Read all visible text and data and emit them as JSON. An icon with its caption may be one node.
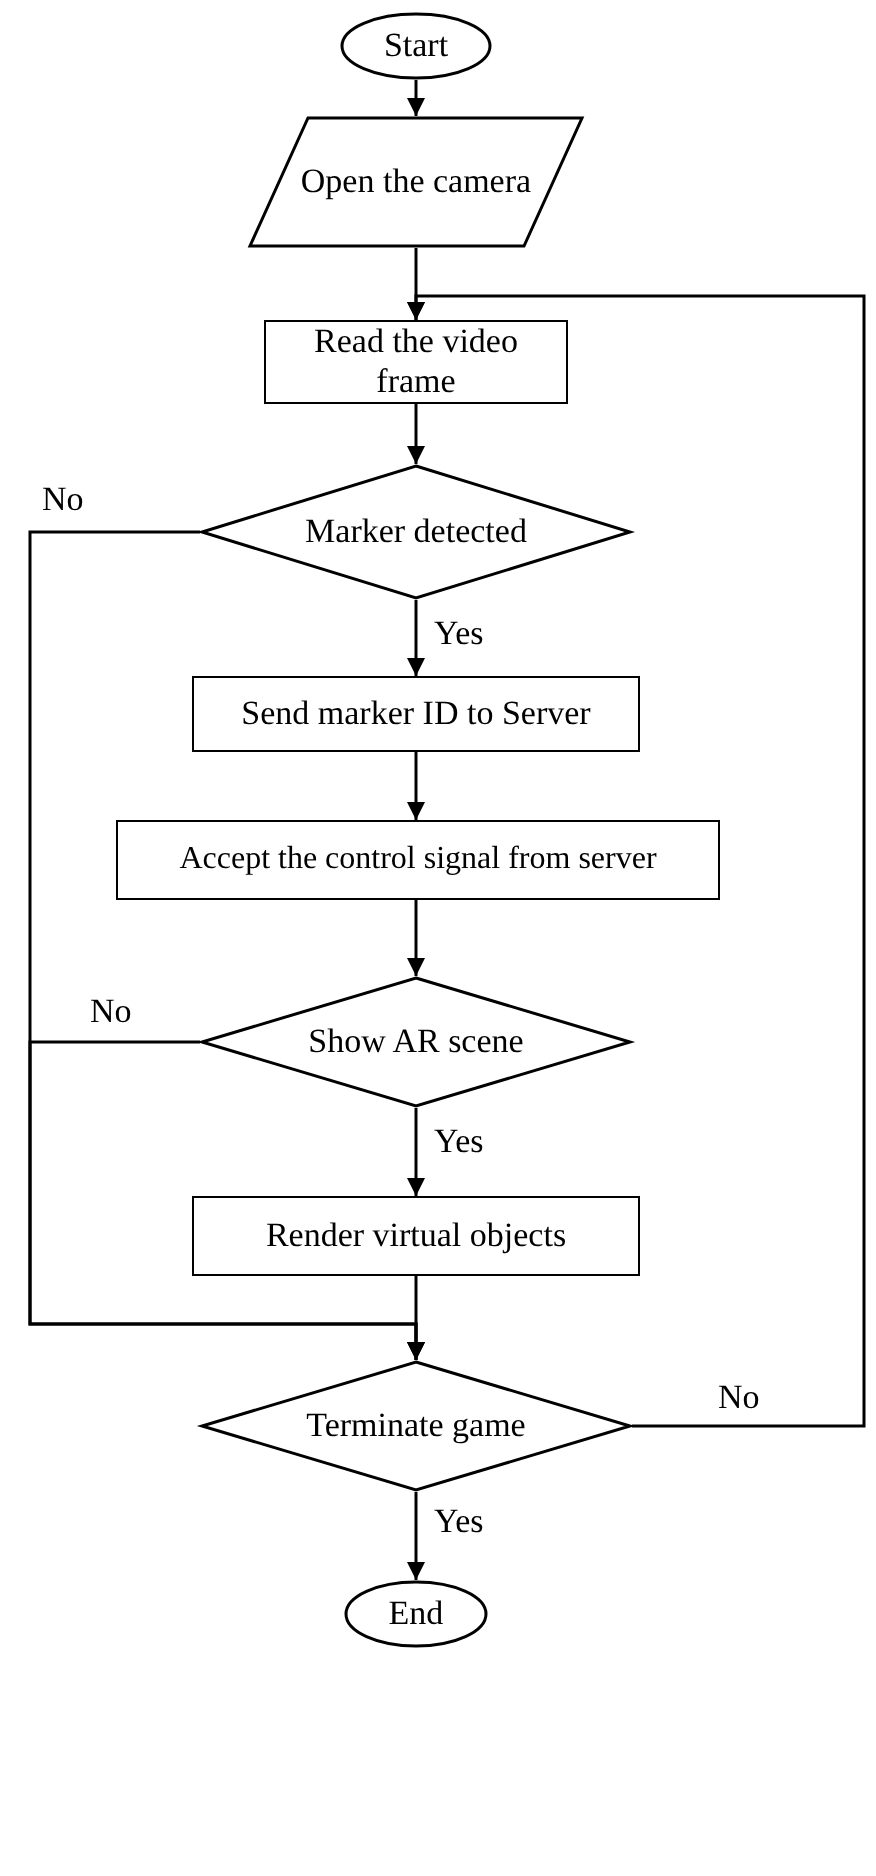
{
  "diagram": {
    "nodes": [
      {
        "text": [
          "Start"
        ]
      },
      {
        "text": [
          "Open the camera"
        ]
      },
      {
        "text": [
          "Read the video frame"
        ]
      },
      {
        "text": [
          "Marker detected"
        ]
      },
      {
        "text": [
          "Send marker ID to Server"
        ]
      },
      {
        "text": [
          "Accept the control signal from server"
        ]
      },
      {
        "text": [
          "Show AR scene"
        ]
      },
      {
        "text": [
          "Render virtual objects"
        ]
      },
      {
        "text": [
          "Terminate game"
        ]
      },
      {
        "text": [
          "End"
        ]
      }
    ],
    "edges": [
      {
        "from": 0,
        "to": 1,
        "arrow": "to"
      },
      {
        "from": 1,
        "to": 2,
        "arrow": "to"
      },
      {
        "from": 2,
        "to": 3,
        "arrow": "to"
      },
      {
        "from": 3,
        "to": 4,
        "arrow": "to",
        "label": "Yes"
      },
      {
        "from": 4,
        "to": 5,
        "arrow": "to"
      },
      {
        "from": 5,
        "to": 6,
        "arrow": "to"
      },
      {
        "from": 6,
        "to": 7,
        "arrow": "to",
        "label": "Yes"
      },
      {
        "from": 7,
        "to": 8,
        "arrow": "to"
      },
      {
        "from": 8,
        "to": 9,
        "arrow": "to",
        "label": "Yes"
      },
      {
        "from": 3,
        "to": 8,
        "arrow": "to",
        "label": "No"
      },
      {
        "from": 6,
        "to": 8,
        "arrow": "to",
        "label": "No"
      },
      {
        "from": 8,
        "to": 2,
        "arrow": "to",
        "label": "No"
      }
    ]
  }
}
